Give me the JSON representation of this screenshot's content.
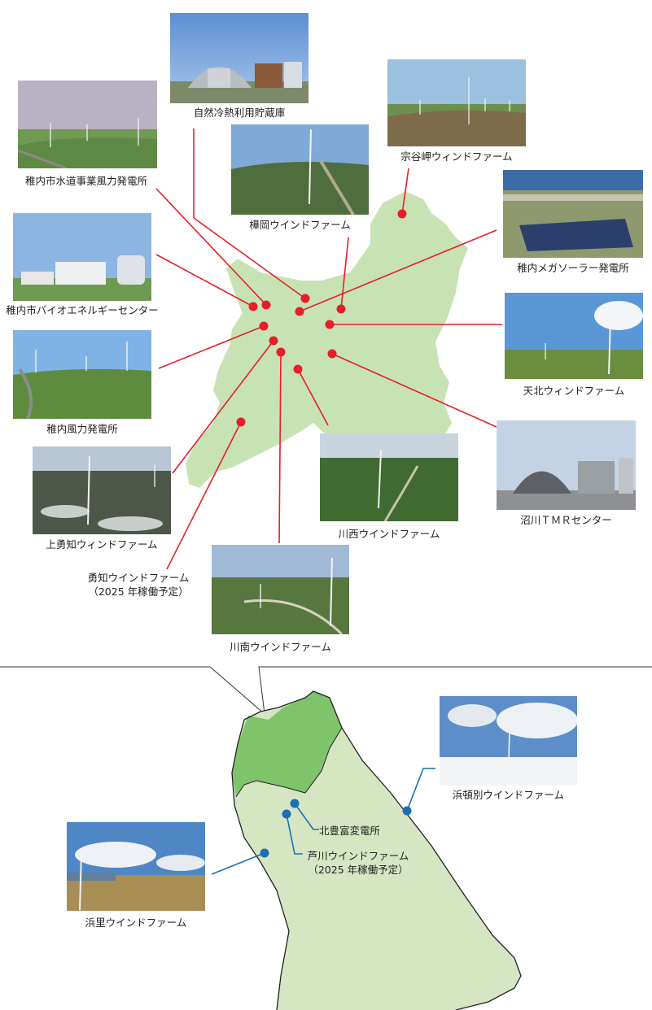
{
  "colors": {
    "region_upper": "#c7e3b4",
    "region_lower_light": "#d6e5c2",
    "region_lower_dark": "#7fc46b",
    "marker_red": "#e51f2a",
    "marker_blue": "#1a6fb5",
    "leader_red": "#e51f2a",
    "leader_blue": "#1a6fb5"
  },
  "sites": [
    {
      "id": "cold-storage",
      "label": "自然冷熱利用貯蔵庫"
    },
    {
      "id": "wakkanai-water",
      "label": "稚内市水道事業風力発電所"
    },
    {
      "id": "soya-misaki",
      "label": "宗谷岬ウィンドファーム"
    },
    {
      "id": "kabaoka",
      "label": "樺岡ウインドファーム"
    },
    {
      "id": "wakkanai-solar",
      "label": "稚内メガソーラー発電所"
    },
    {
      "id": "bioenergy",
      "label": "稚内市バイオエネルギーセンター"
    },
    {
      "id": "tenpoku",
      "label": "天北ウィンドファーム"
    },
    {
      "id": "wakkanai-wind",
      "label": "稚内風力発電所"
    },
    {
      "id": "numakawa-tmr",
      "label": "沼川ＴＭＲセンター"
    },
    {
      "id": "kawanishi",
      "label": "川西ウインドファーム"
    },
    {
      "id": "kamiyuchi",
      "label": "上勇知ウィンドファーム"
    },
    {
      "id": "yuchi",
      "label": "勇知ウインドファーム",
      "note": "（2025 年稼働予定）"
    },
    {
      "id": "kawaminami",
      "label": "川南ウインドファーム"
    },
    {
      "id": "hamatonbetsu",
      "label": "浜頓別ウインドファーム"
    },
    {
      "id": "kitatoyotomi",
      "label": "北豊富変電所"
    },
    {
      "id": "ashikawa",
      "label": "芦川ウインドファーム",
      "note": "（2025 年稼働予定）"
    },
    {
      "id": "hamasato",
      "label": "浜里ウインドファーム"
    }
  ]
}
